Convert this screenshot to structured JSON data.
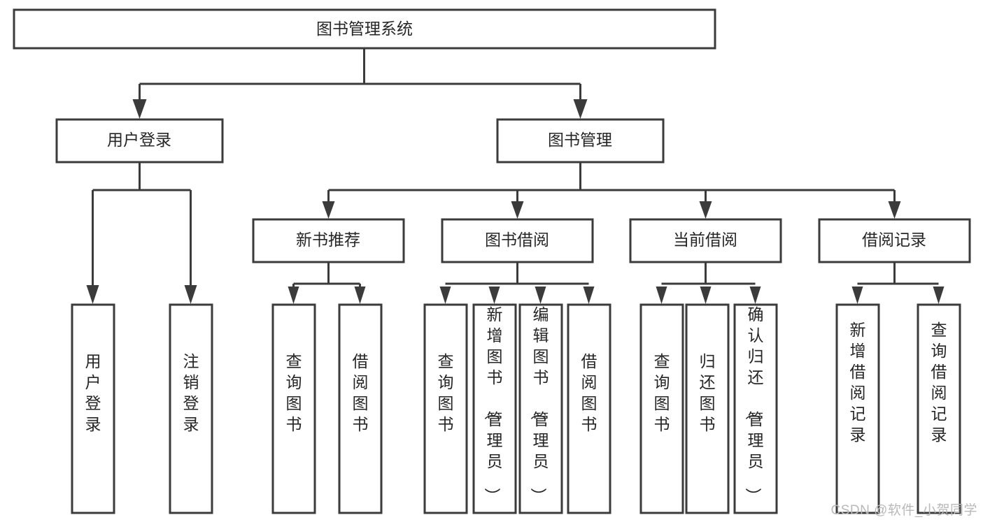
{
  "diagram": {
    "type": "tree",
    "title": "图书管理系统",
    "watermark": "CSDN @软件_小贺同学",
    "colors": {
      "box_stroke": "#3b3b3b",
      "box_fill": "#ffffff",
      "text": "#262626",
      "connector": "#3b3b3b",
      "watermark": "#b9b9b9",
      "background": "#ffffff"
    },
    "levels": {
      "root": {
        "label": "图书管理系统"
      },
      "level1": [
        {
          "label": "用户登录"
        },
        {
          "label": "图书管理"
        }
      ],
      "level2": [
        {
          "label": "新书推荐"
        },
        {
          "label": "图书借阅"
        },
        {
          "label": "当前借阅"
        },
        {
          "label": "借阅记录"
        }
      ],
      "leaves": {
        "user_login": [
          {
            "label": "用户登录"
          },
          {
            "label": "注销登录"
          }
        ],
        "new_book_recommend": [
          {
            "label": "查询图书"
          },
          {
            "label": "借阅图书"
          }
        ],
        "book_borrow": [
          {
            "label": "查询图书"
          },
          {
            "label": "新增图书（管理员）"
          },
          {
            "label": "编辑图书（管理员）"
          },
          {
            "label": "借阅图书"
          }
        ],
        "current_borrow": [
          {
            "label": "查询图书"
          },
          {
            "label": "归还图书"
          },
          {
            "label": "确认归还（管理员）"
          }
        ],
        "borrow_record": [
          {
            "label": "新增借阅记录"
          },
          {
            "label": "查询借阅记录"
          }
        ]
      }
    }
  }
}
